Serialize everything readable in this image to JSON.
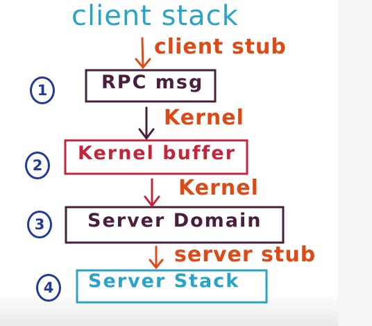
{
  "title": "client stack",
  "colors": {
    "title": "#2aa3c9",
    "label": "#dd4a16",
    "box_dark": "#4a1f3d",
    "box_red": "#c4243a",
    "box_teal": "#2aa3c9",
    "number": "#22399a"
  },
  "steps": [
    {
      "number": "1",
      "box_label": "RPC msg",
      "arrow_label": "client stub"
    },
    {
      "number": "2",
      "box_label": "Kernel buffer",
      "arrow_label": "Kernel"
    },
    {
      "number": "3",
      "box_label": "Server Domain",
      "arrow_label": "Kernel"
    },
    {
      "number": "4",
      "box_label": "Server Stack",
      "arrow_label": "server stub"
    }
  ]
}
